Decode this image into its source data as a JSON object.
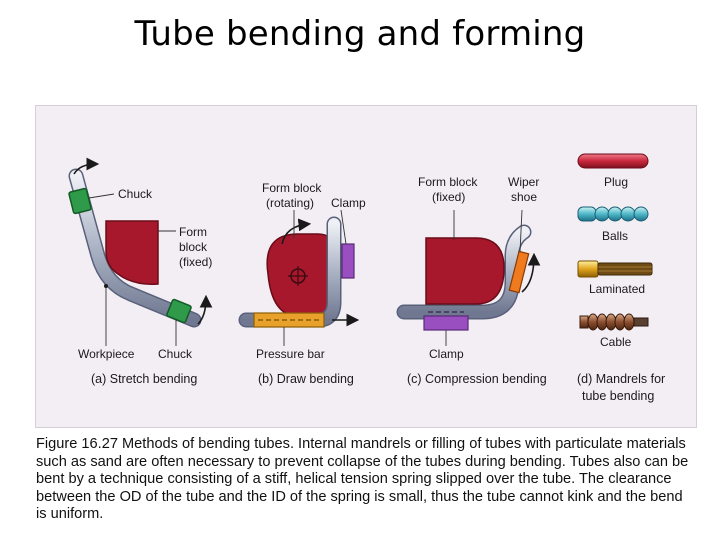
{
  "title": "Tube bending and forming",
  "diagram": {
    "stretch": {
      "chuck_top": "Chuck",
      "form_block_l1": "Form",
      "form_block_l2": "block",
      "form_block_l3": "(fixed)",
      "workpiece": "Workpiece",
      "chuck_bottom": "Chuck",
      "caption": "(a) Stretch bending"
    },
    "draw": {
      "form_block_l1": "Form block",
      "form_block_l2": "(rotating)",
      "clamp": "Clamp",
      "pressure_bar": "Pressure bar",
      "caption": "(b) Draw bending"
    },
    "compression": {
      "form_block_l1": "Form block",
      "form_block_l2": "(fixed)",
      "wiper_l1": "Wiper",
      "wiper_l2": "shoe",
      "clamp": "Clamp",
      "caption": "(c) Compression bending"
    },
    "mandrels": {
      "plug": "Plug",
      "balls": "Balls",
      "laminated": "Laminated",
      "cable": "Cable",
      "caption_l1": "(d) Mandrels for",
      "caption_l2": "tube bending"
    }
  },
  "caption": "Figure 16.27  Methods of bending tubes.  Internal mandrels or filling of tubes with particulate materials such as sand are often necessary to prevent collapse of the tubes during bending.  Tubes also can be bent by a technique consisting of a stiff, helical tension spring slipped over the tube.  The clearance between the OD of the tube and the ID of the spring is small, thus the tube cannot kink and the bend is uniform."
}
